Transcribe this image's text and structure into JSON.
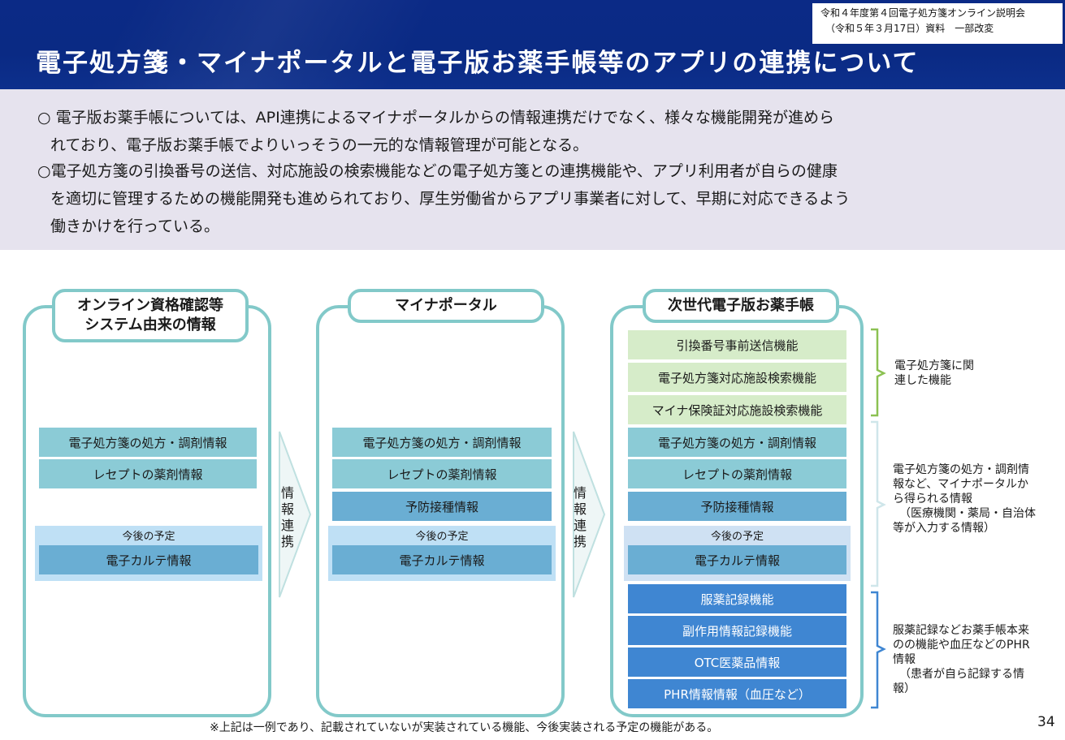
{
  "header": {
    "title": "電子処方箋・マイナポータルと電子版お薬手帳等のアプリの連携について",
    "meeting_line1": "令和４年度第４回電子処方箋オンライン説明会",
    "meeting_line2": "（令和５年３月17日）資料　一部改変"
  },
  "summary": {
    "b1_l1": "○ 電子版お薬手帳については、API連携によるマイナポータルからの情報連携だけでなく、様々な機能開発が進めら",
    "b1_l2": "れており、電子版お薬手帳でよりいっそうの一元的な情報管理が可能となる。",
    "b2_l1": "○電子処方箋の引換番号の送信、対応施設の検索機能などの電子処方箋との連携機能や、アプリ利用者が自らの健康",
    "b2_l2": "を適切に管理するための機能開発も進められており、厚生労働省からアプリ事業者に対して、早期に対応できるよう",
    "b2_l3": "働きかけを行っている。"
  },
  "columns": {
    "online": {
      "title_l1": "オンライン資格確認等",
      "title_l2": "システム由来の情報",
      "items": [
        "電子処方箋の処方・調剤情報",
        "レセプトの薬剤情報"
      ],
      "future_label": "今後の予定",
      "future_item": "電子カルテ情報"
    },
    "portal": {
      "title": "マイナポータル",
      "items": [
        "電子処方箋の処方・調剤情報",
        "レセプトの薬剤情報",
        "予防接種情報"
      ],
      "future_label": "今後の予定",
      "future_item": "電子カルテ情報"
    },
    "nextgen": {
      "title": "次世代電子版お薬手帳",
      "green_items": [
        "引換番号事前送信機能",
        "電子処方箋対応施設検索機能",
        "マイナ保険証対応施設検索機能"
      ],
      "items": [
        "電子処方箋の処方・調剤情報",
        "レセプトの薬剤情報",
        "予防接種情報"
      ],
      "future_label": "今後の予定",
      "future_item": "電子カルテ情報",
      "blue_items": [
        "服薬記録機能",
        "副作用情報記録機能",
        "OTC医薬品情報",
        "PHR情報情報（血圧など）"
      ]
    }
  },
  "arrows": {
    "a1": [
      "情",
      "報",
      "連",
      "携"
    ],
    "a2": [
      "情",
      "報",
      "連",
      "携"
    ]
  },
  "notes": {
    "n1_l1": "電子処方箋に関",
    "n1_l2": "連した機能",
    "n2_l1": "電子処方箋の処方・調剤情",
    "n2_l2": "報など、マイナポータルか",
    "n2_l3": "ら得られる情報",
    "n2_l4": "（医療機関・薬局・自治体",
    "n2_l5": "等が入力する情報）",
    "n3_l1": "服薬記録などお薬手帳本来",
    "n3_l2": "のの機能や血圧などのPHR",
    "n3_l3": "情報",
    "n3_l4": "（患者が自ら記録する情",
    "n3_l5": "報）"
  },
  "footnote": "※上記は一例であり、記載されていないが実装されている機能、今後実装される予定の機能がある。",
  "page_number": "34",
  "colors": {
    "header_bg": "#0b2a86",
    "summary_bg": "#e6e3ee",
    "column_border": "#82c9c9",
    "teal_box": "#8bcbd6",
    "mid_box": "#6aaed3",
    "green_box": "#d6ecc9",
    "blue_box": "#3f86d2",
    "future_bg_light": "#bfe0f5"
  }
}
